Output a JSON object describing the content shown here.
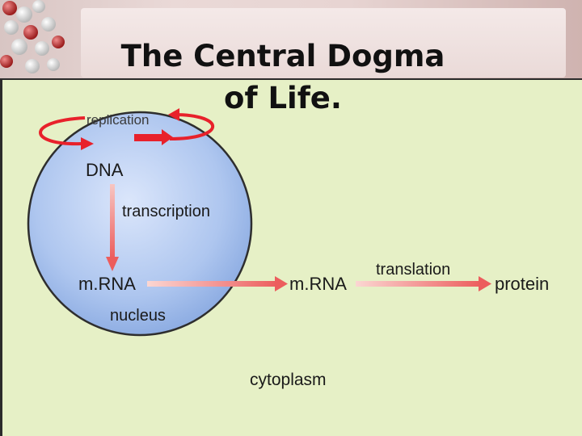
{
  "slide": {
    "title": "The Central Dogma of Life."
  },
  "diagram": {
    "replication_label": "replication",
    "dna_label": "DNA",
    "transcription_label": "transcription",
    "mrna_nucleus_label": "m.RNA",
    "nucleus_label": "nucleus",
    "mrna_cytoplasm_label": "m.RNA",
    "translation_label": "translation",
    "protein_label": "protein",
    "cytoplasm_label": "cytoplasm"
  },
  "colors": {
    "panel_background": "#e6f0c6",
    "nucleus_fill": "#a9c3ef",
    "arrow_red": "#e8212b",
    "arrow_pink": "#f08a8a"
  }
}
